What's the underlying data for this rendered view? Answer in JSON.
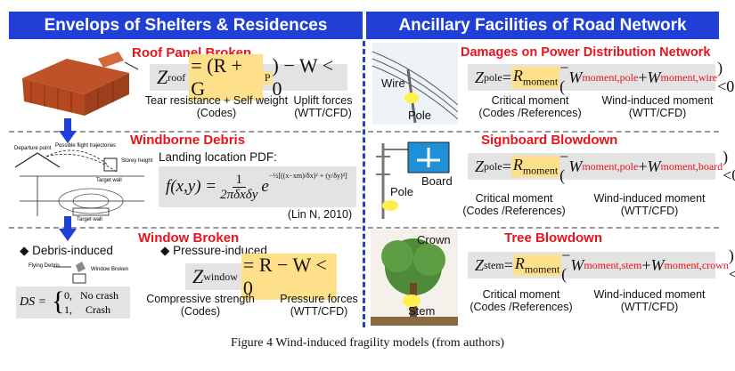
{
  "left_header": "Envelops of Shelters & Residences",
  "right_header": "Ancillary Facilities of Road Network",
  "sections": {
    "roof": {
      "title": "Roof Panel Broken",
      "eq_lhs": "Z",
      "eq_lhs_sub": "roof",
      "eq_mid": "= (R + G",
      "eq_mid_sub": "P",
      "eq_tail": ") − W < 0",
      "label1": "Tear resistance + Self weight",
      "label1b": "(Codes)",
      "label2": "Uplift forces",
      "label2b": "(WTT/CFD)"
    },
    "debris": {
      "title": "Windborne Debris",
      "pdf_label": "Landing location PDF:",
      "eq": "f(x, y) = 1 / (2πδₓδᵧ) · e^(−½[((x−xₘ)/δₓ)² + (y/δᵧ)²])",
      "eq_short": "f(x,y) =",
      "frac_num": "1",
      "frac_den": "2πδxδy",
      "exp": "e",
      "exp_sup": "−½[((x−xm)/δx)² + (y/δy)²]",
      "citation": "(Lin N, 2010)",
      "diagram_labels": [
        "Departure point",
        "Possible flight trajectories",
        "Storey height",
        "Target wall",
        "Target wall"
      ]
    },
    "window": {
      "title": "Window Broken",
      "bullet1": "◆ Debris-induced",
      "bullet2": "◆ Pressure-induced",
      "eq_lhs": "Z",
      "eq_lhs_sub": "window",
      "eq_rest": "= R − W < 0",
      "ds_label": "DS =",
      "ds_case0": "0,   No crash",
      "ds_case1": "1,     Crash",
      "icon_labels": [
        "Flying Debris",
        "Window Broken"
      ],
      "label1": "Compressive strength",
      "label1b": "(Codes)",
      "label2": "Pressure forces",
      "label2b": "(WTT/CFD)"
    },
    "power": {
      "title": "Damages on Power Distribution Network",
      "eq_lhs_sub": "pole",
      "eq_r_sub": "moment",
      "eq_w1_sub": "moment,pole",
      "eq_w2_sub": "moment,wire",
      "label1": "Critical moment",
      "label1b": "(Codes /References)",
      "label2": "Wind-induced moment",
      "label2b": "(WTT/CFD)",
      "img_wire": "Wire",
      "img_pole": "Pole"
    },
    "signboard": {
      "title": "Signboard Blowdown",
      "eq_lhs_sub": "pole",
      "eq_r_sub": "moment",
      "eq_w1_sub": "moment,pole",
      "eq_w2_sub": "moment,board",
      "label1": "Critical moment",
      "label1b": "(Codes /References)",
      "label2": "Wind-induced moment",
      "label2b": "(WTT/CFD)",
      "img_board": "Board",
      "img_pole": "Pole"
    },
    "tree": {
      "title": "Tree Blowdown",
      "eq_lhs_sub": "stem",
      "eq_r_sub": "moment",
      "eq_w1_sub": "moment,stem",
      "eq_w2_sub": "moment,crown",
      "label1": "Critical moment",
      "label1b": "(Codes /References)",
      "label2": "Wind-induced moment",
      "label2b": "(WTT/CFD)",
      "img_crown": "Crown",
      "img_stem": "Stem"
    }
  },
  "caption": "Figure 4 Wind-induced fragility models (from authors)",
  "colors": {
    "header_blue": "#1f3fd6",
    "title_red": "#e8141c",
    "highlight": "#ffe08a",
    "eq_bg": "#e3e3e3"
  }
}
